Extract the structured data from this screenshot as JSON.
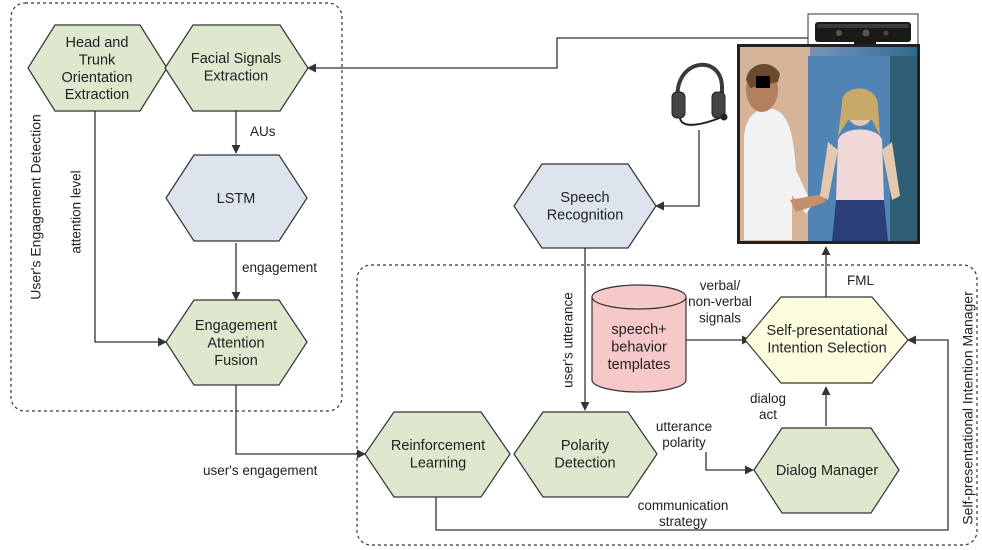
{
  "groups": {
    "engagement_detection": "User's Engagement Detection",
    "intention_manager": "Self-presentational Intention Manager"
  },
  "nodes": {
    "head_trunk": [
      "Head and",
      "Trunk",
      "Orientation",
      "Extraction"
    ],
    "facial": [
      "Facial Signals",
      "Extraction"
    ],
    "lstm": [
      "LSTM"
    ],
    "fusion": [
      "Engagement",
      "Attention",
      "Fusion"
    ],
    "speech": [
      "Speech",
      "Recognition"
    ],
    "templates": [
      "speech+",
      "behavior",
      "templates"
    ],
    "intention": [
      "Self-presentational",
      "Intention Selection"
    ],
    "reinforcement": [
      "Reinforcement",
      "Learning"
    ],
    "polarity": [
      "Polarity",
      "Detection"
    ],
    "dialog_manager": [
      "Dialog Manager"
    ]
  },
  "edge_labels": {
    "aus": [
      "AUs"
    ],
    "attention_level": [
      "attention level"
    ],
    "engagement": [
      "engagement"
    ],
    "users_engagement": [
      "user's engagement"
    ],
    "users_utterance": [
      "user's utterance"
    ],
    "verbal": [
      "verbal/",
      "non-verbal",
      "signals"
    ],
    "fml": [
      "FML"
    ],
    "dialog_act": [
      "dialog",
      "act"
    ],
    "utterance_polarity": [
      "utterance",
      "polarity"
    ],
    "communication_strategy": [
      "communication",
      "strategy"
    ]
  },
  "colors": {
    "green": "#dde8cf",
    "blue": "#dde4ee",
    "yellow": "#fdfde0",
    "pink": "#f6c8c8",
    "stroke": "#333333",
    "line": "#333333"
  },
  "icons": [
    "kinect-sensor-icon",
    "headset-icon",
    "photo-virtual-agent"
  ]
}
